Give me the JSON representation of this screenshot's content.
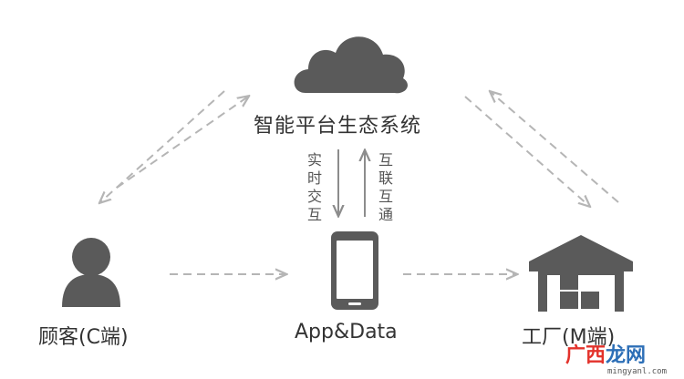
{
  "diagram": {
    "platform": {
      "title": "智能平台生态系统",
      "icon": "cloud-icon"
    },
    "customer": {
      "label": "顾客(C端)",
      "icon": "person-icon"
    },
    "app": {
      "label": "App&Data",
      "icon": "smartphone-icon"
    },
    "factory": {
      "label": "工厂(M端)",
      "icon": "warehouse-icon"
    },
    "down_flow": [
      "实",
      "时",
      "交",
      "互"
    ],
    "up_flow": [
      "互",
      "联",
      "互",
      "通"
    ]
  },
  "watermark": {
    "part1": "广西",
    "part2": "龙网",
    "url": "mingyanl.com"
  },
  "colors": {
    "icon": "#5a5a5a",
    "arrow": "#b5b5b5",
    "solid_arrow": "#8c8c8c",
    "text": "#333333"
  }
}
